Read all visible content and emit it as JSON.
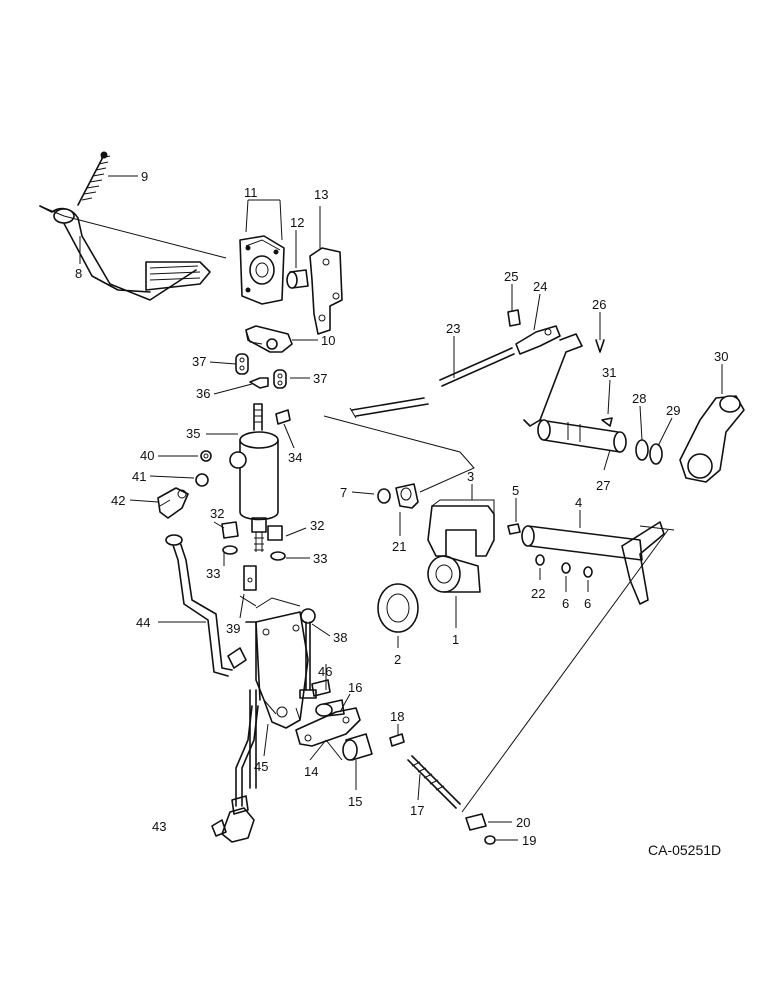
{
  "drawing_ref": "CA-05251D",
  "callouts": {
    "c1": "1",
    "c2": "2",
    "c3": "3",
    "c4": "4",
    "c5": "5",
    "c6a": "6",
    "c6b": "6",
    "c7": "7",
    "c8": "8",
    "c9": "9",
    "c10": "10",
    "c11": "11",
    "c12": "12",
    "c13": "13",
    "c14": "14",
    "c15": "15",
    "c16": "16",
    "c17": "17",
    "c18": "18",
    "c19": "19",
    "c20": "20",
    "c21": "21",
    "c22": "22",
    "c23": "23",
    "c24": "24",
    "c25": "25",
    "c26": "26",
    "c27": "27",
    "c28": "28",
    "c29": "29",
    "c30": "30",
    "c31": "31",
    "c32a": "32",
    "c32b": "32",
    "c33a": "33",
    "c33b": "33",
    "c34": "34",
    "c35": "35",
    "c36": "36",
    "c37a": "37",
    "c37b": "37",
    "c38": "38",
    "c39": "39",
    "c40": "40",
    "c41": "41",
    "c42": "42",
    "c43": "43",
    "c44": "44",
    "c45": "45",
    "c46": "46"
  }
}
